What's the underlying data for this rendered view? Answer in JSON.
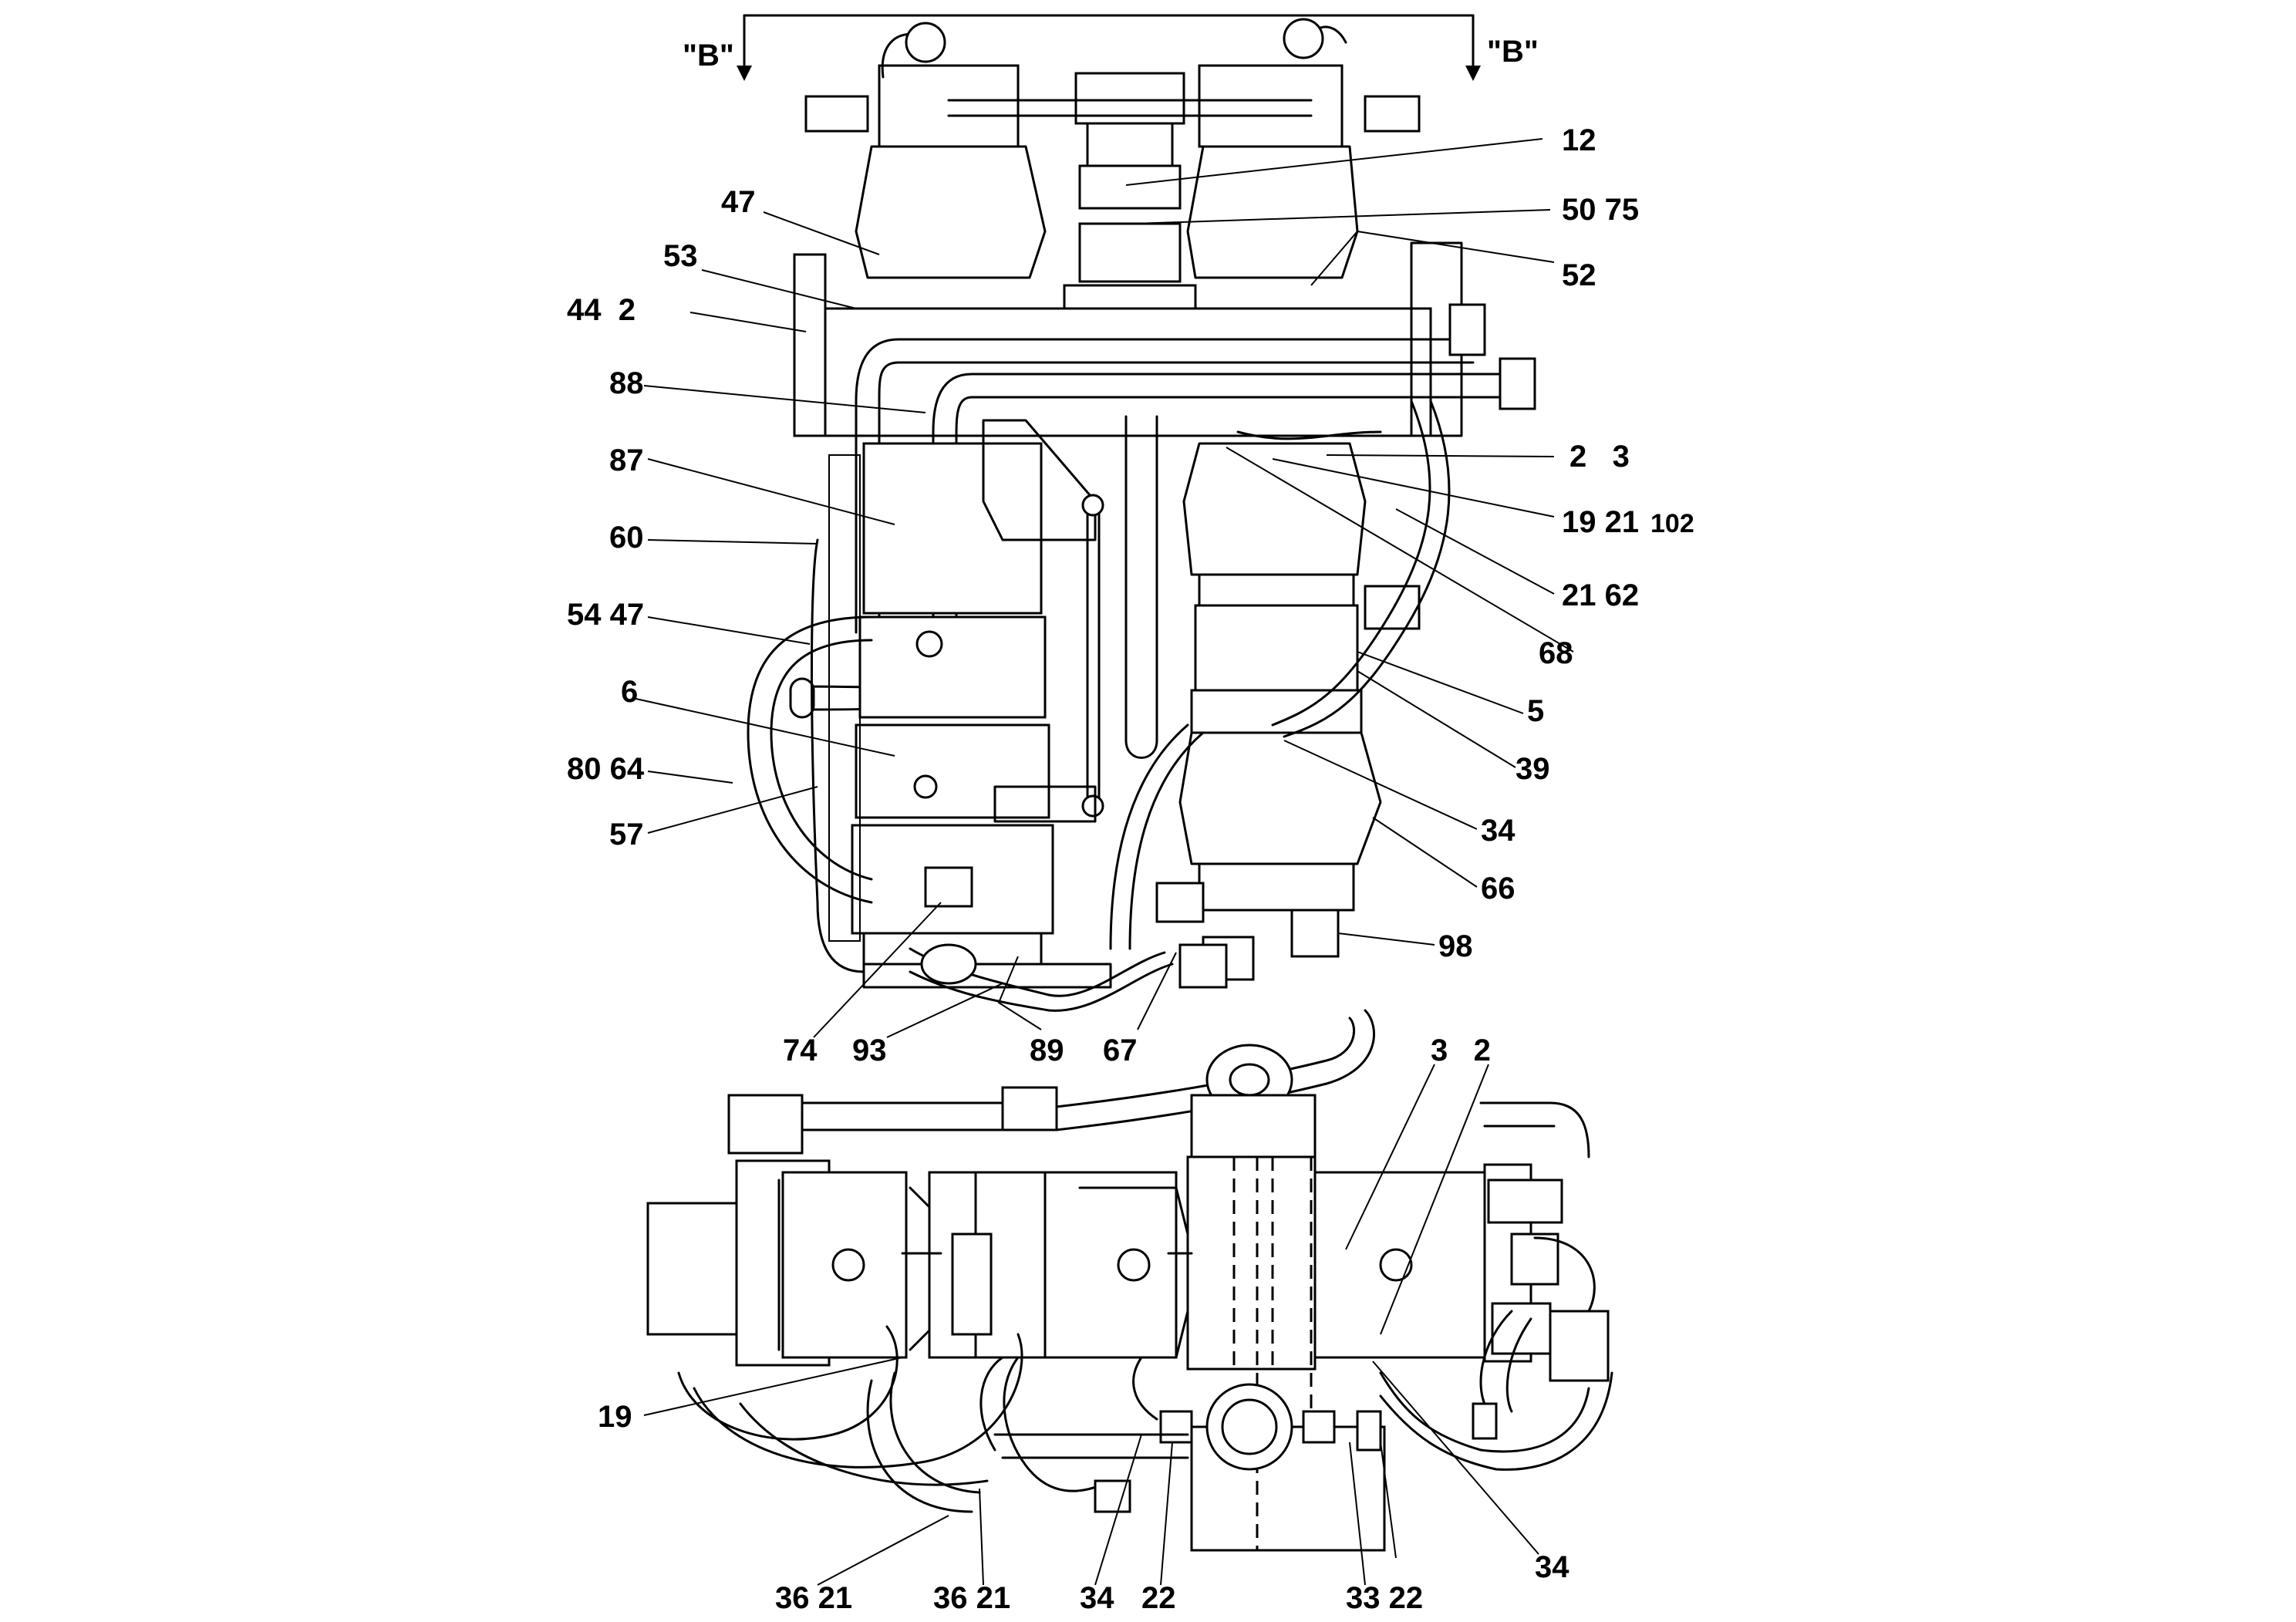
{
  "view_markers": {
    "left": "\"B\"",
    "right": "\"B\""
  },
  "callouts_top": {
    "c12": "12",
    "c50_75": "50 75",
    "c52": "52",
    "c47_top": "47",
    "c53": "53",
    "c44_2": "44  2",
    "c88": "88",
    "c2_3": "2   3",
    "c87": "87",
    "c19_21": "19 21",
    "c102": "102",
    "c60": "60",
    "c21_62": "21 62",
    "c54_47": "54 47",
    "c68": "68",
    "c5": "5",
    "c6": "6",
    "c39": "39",
    "c80_64": "80 64",
    "c34_top": "34",
    "c57": "57",
    "c66": "66",
    "c98": "98",
    "c74": "74",
    "c93": "93",
    "c89": "89",
    "c67": "67"
  },
  "callouts_bottom": {
    "c3_2": "3   2",
    "c19": "19",
    "c34_right": "34",
    "c36_21_a": "36 21",
    "c36_21_b": "36 21",
    "c34_bottom": "34",
    "c22": "22",
    "c33_22": "33 22"
  }
}
